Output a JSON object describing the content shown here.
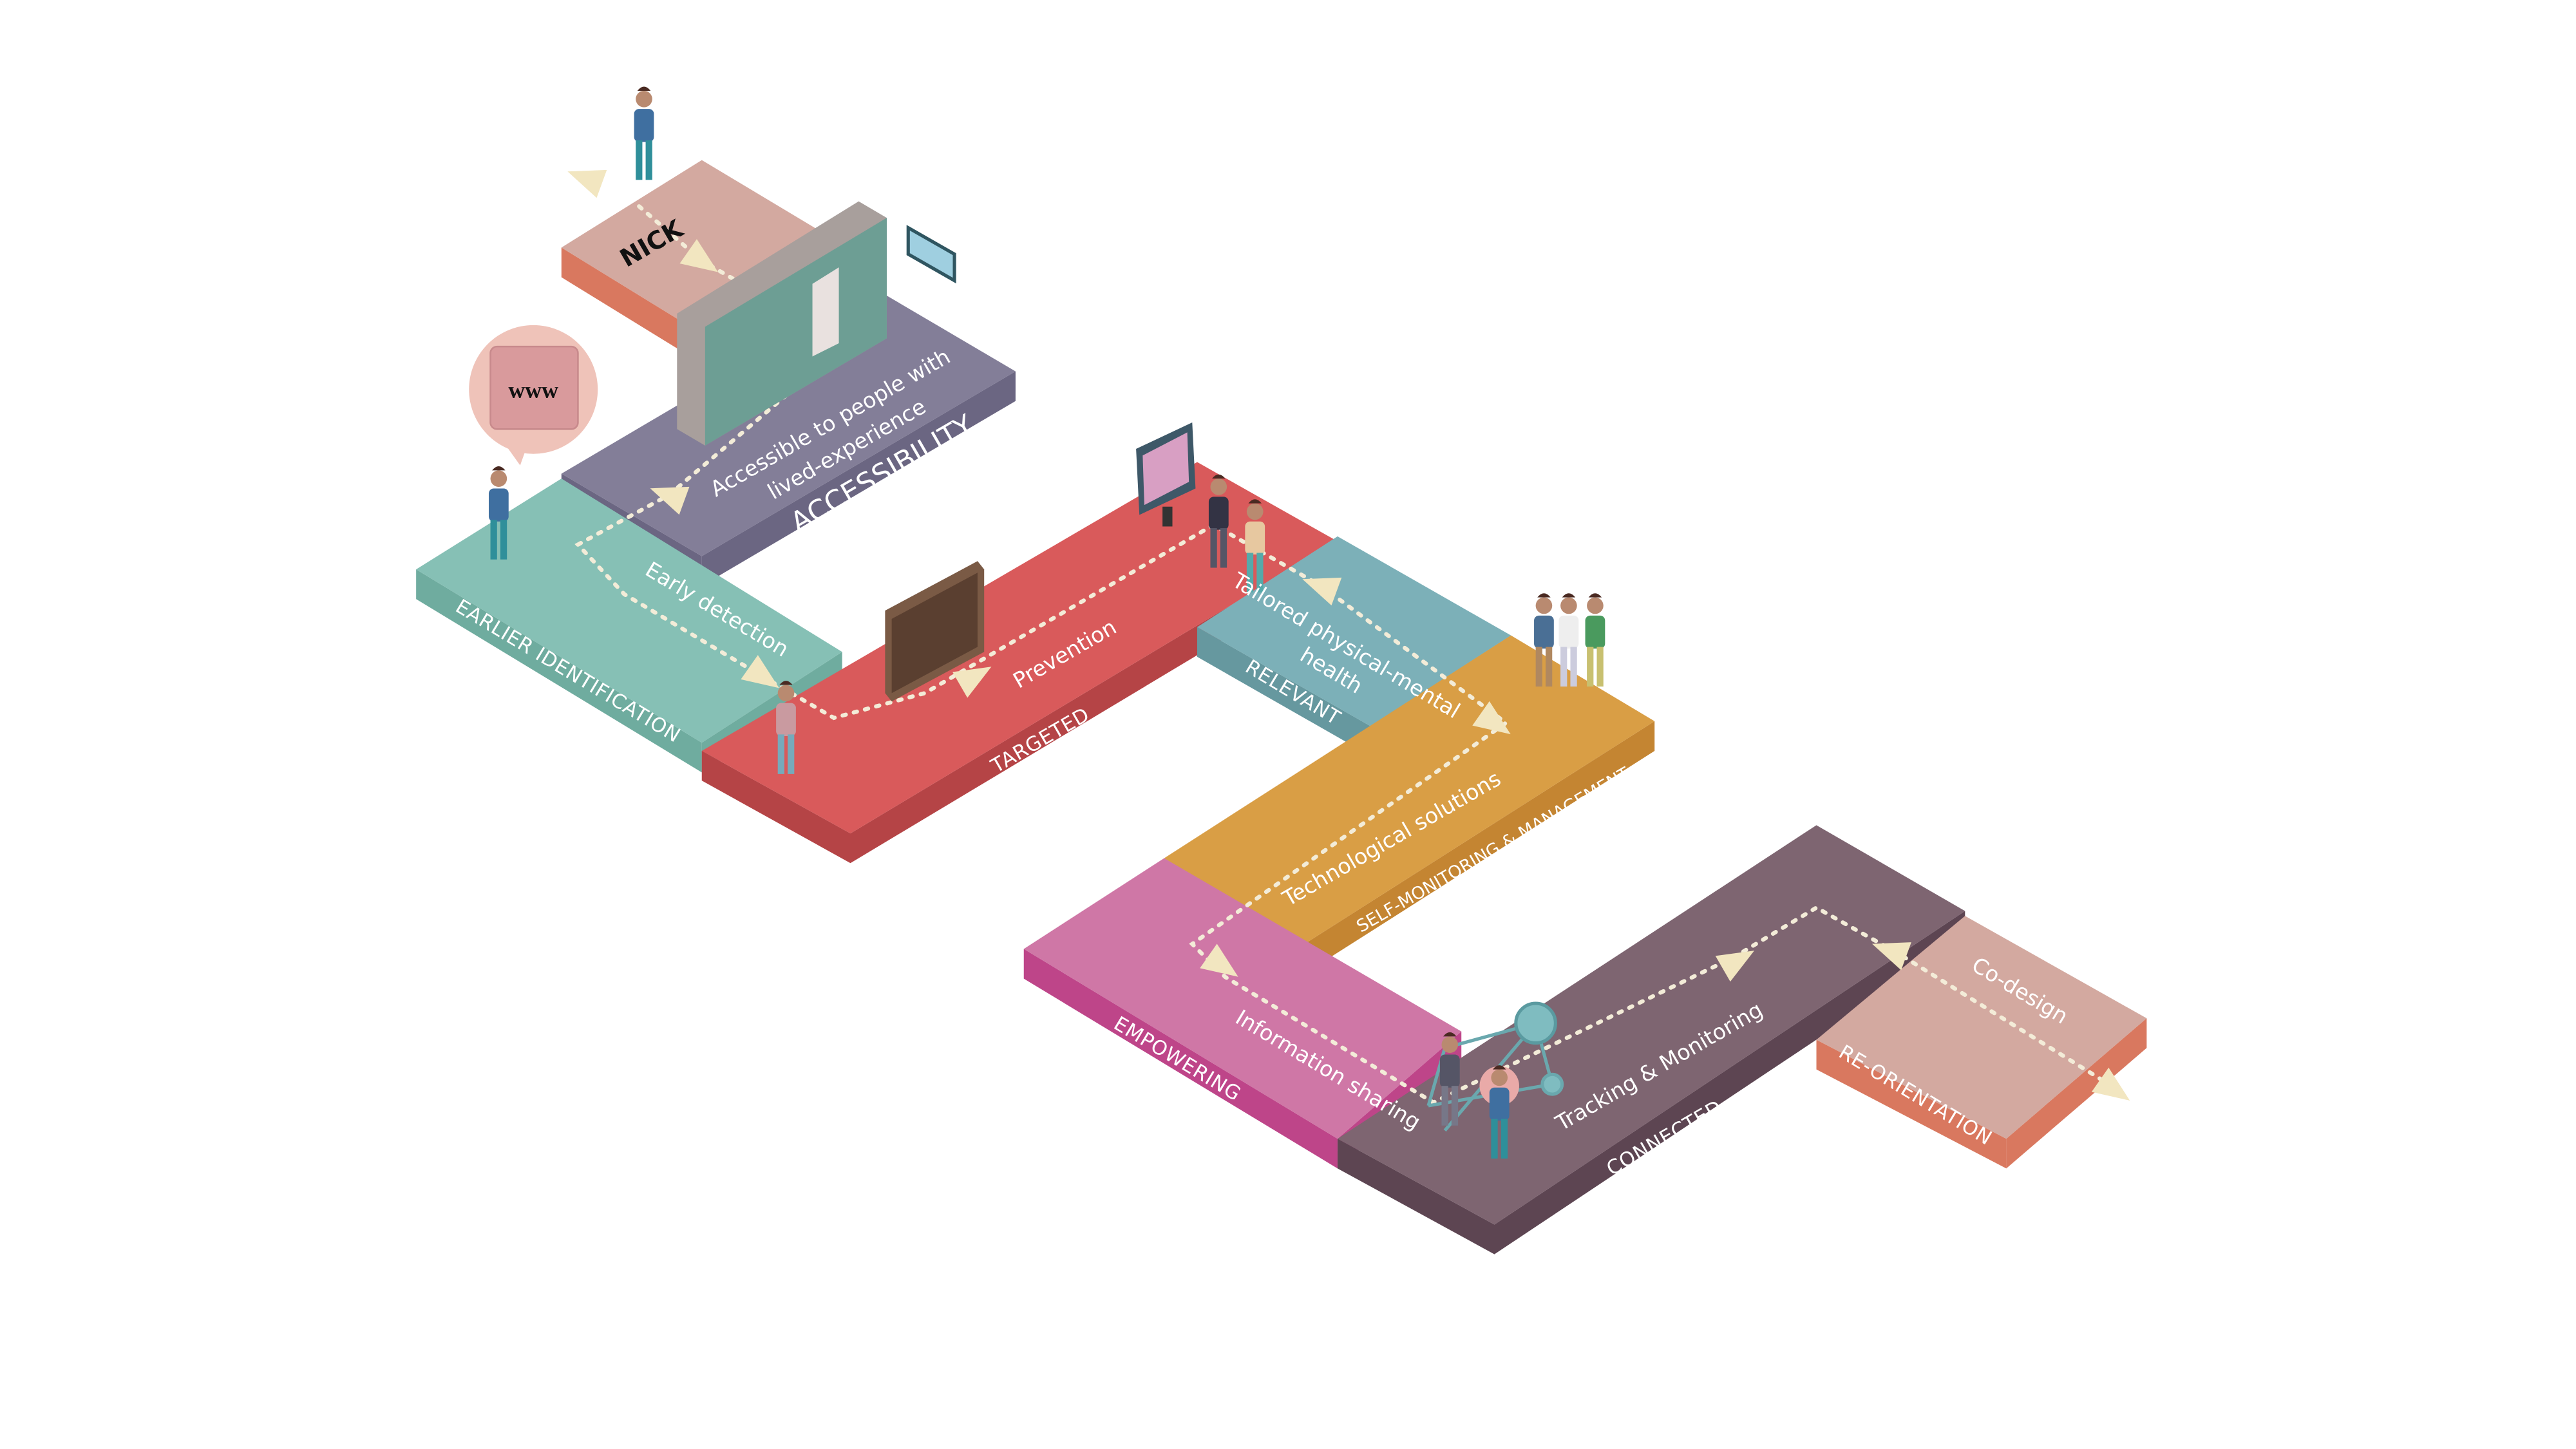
{
  "persona": "NICK",
  "bubble_text": "www",
  "colors": {
    "arrow": "#f2e6c0",
    "path_dots": "#f3ecd8",
    "background": "#ffffff"
  },
  "stages": [
    {
      "id": "nick",
      "title": "",
      "subtitle": "",
      "top": "#d3a9a0",
      "side": "#d9785f"
    },
    {
      "id": "accessibility",
      "title": "ACCESSIBILITY",
      "subtitle_lines": [
        "Accessible to people with",
        "lived-experience"
      ],
      "top": "#837e98",
      "side": "#6b6682"
    },
    {
      "id": "earlier-identification",
      "title": "EARLIER IDENTIFICATION",
      "subtitle": "Early detection",
      "top": "#86c0b5",
      "side": "#6fac9f"
    },
    {
      "id": "targeted",
      "title": "TARGETED",
      "subtitle": "Prevention",
      "top": "#d95a5b",
      "side": "#b54446"
    },
    {
      "id": "relevant",
      "title": "RELEVANT",
      "subtitle_lines": [
        "Tailored physical-mental",
        "health"
      ],
      "top": "#7cb0b8",
      "side": "#66989f"
    },
    {
      "id": "self-monitoring",
      "title": "SELF-MONITORING & MANAGEMENT",
      "subtitle": "Technological solutions",
      "top": "#d99e45",
      "side": "#c48532"
    },
    {
      "id": "empowering",
      "title": "EMPOWERING",
      "subtitle": "Information sharing",
      "top": "#cf77a6",
      "side": "#be4589"
    },
    {
      "id": "connected",
      "title": "CONNECTED",
      "subtitle": "Tracking & Monitoring",
      "top": "#7e6571",
      "side": "#5d4552"
    },
    {
      "id": "re-orientation",
      "title": "RE-ORIENTATION",
      "subtitle": "Co-design",
      "top": "#d3a9a0",
      "side": "#d9785f"
    }
  ]
}
